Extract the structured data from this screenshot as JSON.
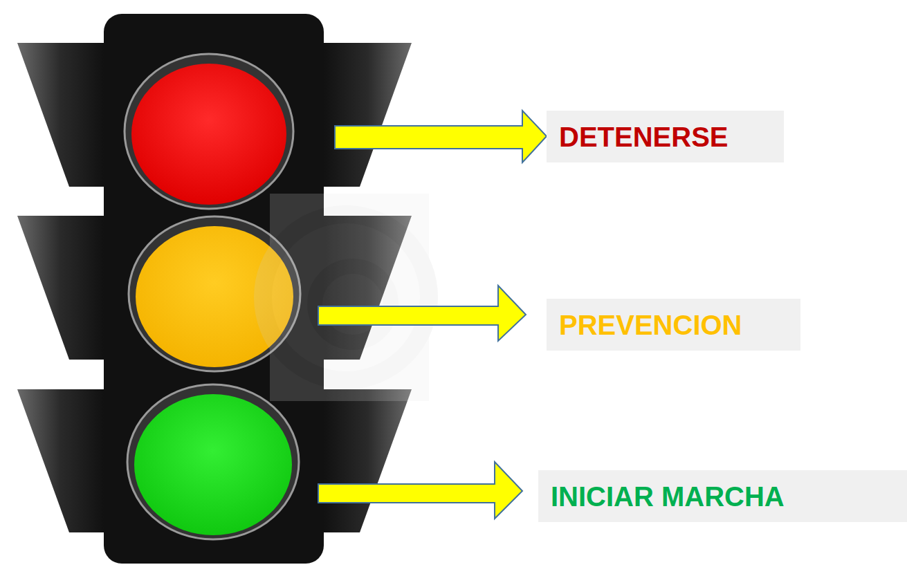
{
  "diagram": {
    "nodes": [
      {
        "text": [
          "DETENERSE"
        ]
      },
      {
        "text": [
          "PREVENCION"
        ]
      },
      {
        "text": [
          "INICIAR MARCHA"
        ]
      }
    ]
  }
}
